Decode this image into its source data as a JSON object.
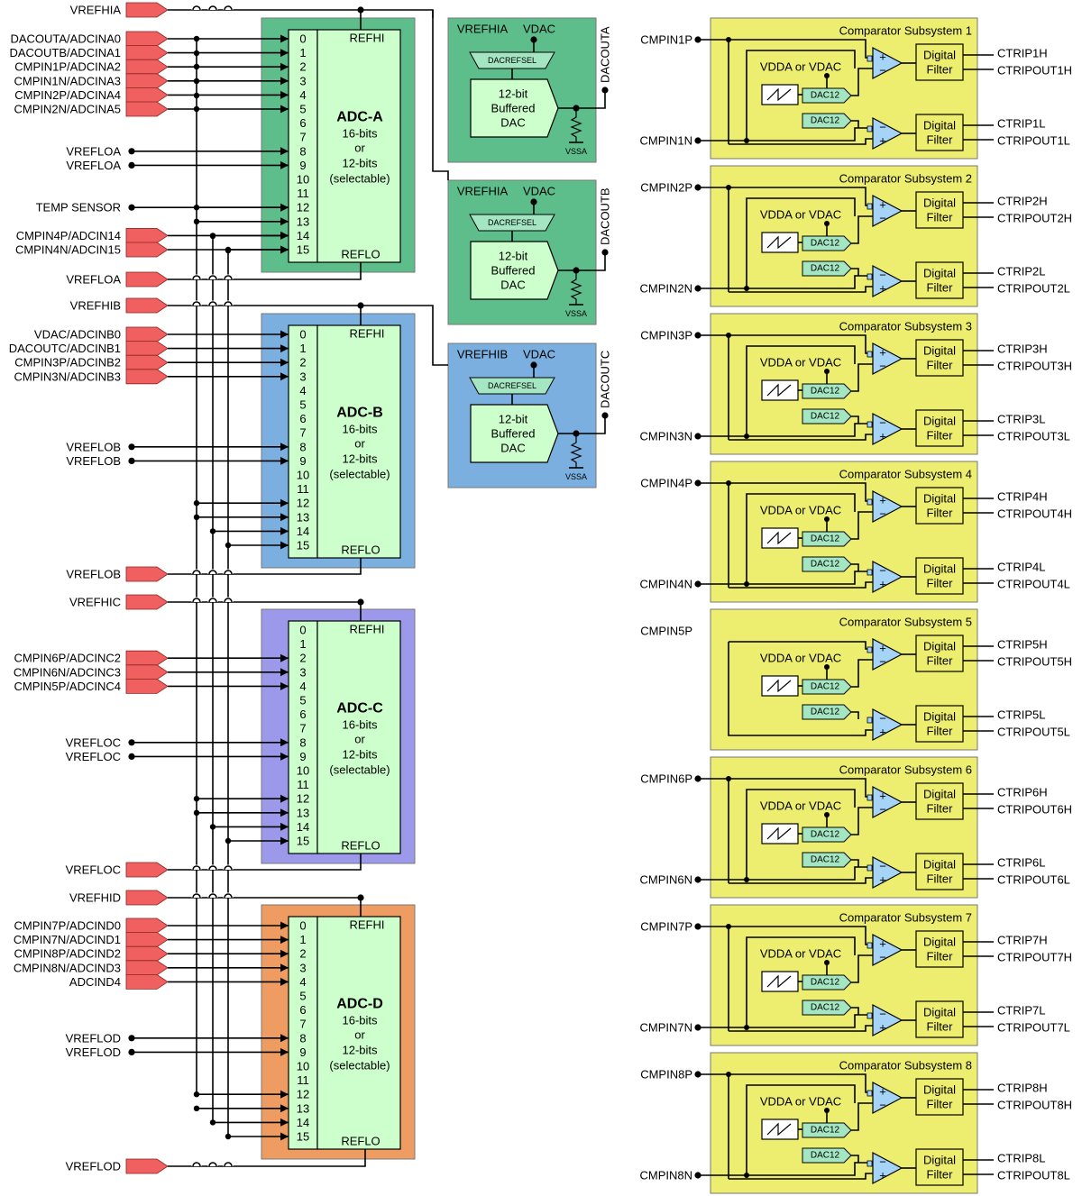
{
  "colors": {
    "adc_a": "#5dbd8b",
    "adc_b": "#7aafdf",
    "adc_c": "#9c98ea",
    "adc_d": "#ee9c62",
    "adc_core": "#ccffcc",
    "dac_a": "#5dbd8b",
    "dac_b": "#5dbd8b",
    "dac_c": "#7aafdf",
    "cmpss": "#eded70",
    "comparator": "#a6d4f6",
    "dac12": "#a4e6c2",
    "pin_arrow": "#f06060"
  },
  "labels": {
    "refhi": "REFHI",
    "reflo": "REFLO",
    "bits16": "16-bits",
    "or": "or",
    "bits12": "12-bits",
    "selectable": "(selectable)",
    "dacrefsel": "DACREFSEL",
    "vdac": "VDAC",
    "vssa": "VSSA",
    "dac_line1": "12-bit",
    "dac_line2": "Buffered",
    "dac_line3": "DAC",
    "vdda_or_vdac": "VDDA or VDAC",
    "dac12": "DAC12",
    "digital": "Digital",
    "filter": "Filter"
  },
  "adcs": [
    {
      "name": "ADC-A",
      "vrefhi": "VREFHIA",
      "vreflo_pin": "VREFLOA",
      "inputs": [
        {
          "label": "DACOUTA/ADCINA0",
          "ch": 0,
          "type": "arrow"
        },
        {
          "label": "DACOUTB/ADCINA1",
          "ch": 1,
          "type": "arrow"
        },
        {
          "label": "CMPIN1P/ADCINA2",
          "ch": 2,
          "type": "arrow"
        },
        {
          "label": "CMPIN1N/ADCINA3",
          "ch": 3,
          "type": "arrow"
        },
        {
          "label": "CMPIN2P/ADCINA4",
          "ch": 4,
          "type": "arrow"
        },
        {
          "label": "CMPIN2N/ADCINA5",
          "ch": 5,
          "type": "arrow"
        },
        {
          "label": "VREFLOA",
          "ch": 8,
          "type": "dot"
        },
        {
          "label": "VREFLOA",
          "ch": 9,
          "type": "dot"
        },
        {
          "label": "TEMP SENSOR",
          "ch": 12,
          "type": "dot"
        },
        {
          "label": "CMPIN4P/ADCIN14",
          "ch": 14,
          "type": "arrow"
        },
        {
          "label": "CMPIN4N/ADCIN15",
          "ch": 15,
          "type": "arrow"
        }
      ]
    },
    {
      "name": "ADC-B",
      "vrefhi": "VREFHIB",
      "vreflo_pin": "VREFLOB",
      "inputs": [
        {
          "label": "VDAC/ADCINB0",
          "ch": 0,
          "type": "arrow"
        },
        {
          "label": "DACOUTC/ADCINB1",
          "ch": 1,
          "type": "arrow"
        },
        {
          "label": "CMPIN3P/ADCINB2",
          "ch": 2,
          "type": "arrow"
        },
        {
          "label": "CMPIN3N/ADCINB3",
          "ch": 3,
          "type": "arrow"
        },
        {
          "label": "VREFLOB",
          "ch": 8,
          "type": "dot"
        },
        {
          "label": "VREFLOB",
          "ch": 9,
          "type": "dot"
        }
      ]
    },
    {
      "name": "ADC-C",
      "vrefhi": "VREFHIC",
      "vreflo_pin": "VREFLOC",
      "inputs": [
        {
          "label": "CMPIN6P/ADCINC2",
          "ch": 2,
          "type": "arrow"
        },
        {
          "label": "CMPIN6N/ADCINC3",
          "ch": 3,
          "type": "arrow"
        },
        {
          "label": "CMPIN5P/ADCINC4",
          "ch": 4,
          "type": "arrow"
        },
        {
          "label": "VREFLOC",
          "ch": 8,
          "type": "dot"
        },
        {
          "label": "VREFLOC",
          "ch": 9,
          "type": "dot"
        }
      ]
    },
    {
      "name": "ADC-D",
      "vrefhi": "VREFHID",
      "vreflo_pin": "VREFLOD",
      "inputs": [
        {
          "label": "CMPIN7P/ADCIND0",
          "ch": 0,
          "type": "arrow"
        },
        {
          "label": "CMPIN7N/ADCIND1",
          "ch": 1,
          "type": "arrow"
        },
        {
          "label": "CMPIN8P/ADCIND2",
          "ch": 2,
          "type": "arrow"
        },
        {
          "label": "CMPIN8N/ADCIND3",
          "ch": 3,
          "type": "arrow"
        },
        {
          "label": "ADCIND4",
          "ch": 4,
          "type": "arrow"
        },
        {
          "label": "VREFLOD",
          "ch": 8,
          "type": "dot"
        },
        {
          "label": "VREFLOD",
          "ch": 9,
          "type": "dot"
        }
      ]
    }
  ],
  "dacs": [
    {
      "vrefhi": "VREFHIA",
      "out": "DACOUTA"
    },
    {
      "vrefhi": "VREFHIA",
      "out": "DACOUTB"
    },
    {
      "vrefhi": "VREFHIB",
      "out": "DACOUTC"
    }
  ],
  "cmpss": [
    {
      "title": "Comparator Subsystem 1",
      "pin_p": "CMPIN1P",
      "pin_n": "CMPIN1N",
      "trip_h": "CTRIP1H",
      "tripout_h": "CTRIPOUT1H",
      "trip_l": "CTRIP1L",
      "tripout_l": "CTRIPOUT1L"
    },
    {
      "title": "Comparator Subsystem 2",
      "pin_p": "CMPIN2P",
      "pin_n": "CMPIN2N",
      "trip_h": "CTRIP2H",
      "tripout_h": "CTRIPOUT2H",
      "trip_l": "CTRIP2L",
      "tripout_l": "CTRIPOUT2L"
    },
    {
      "title": "Comparator Subsystem 3",
      "pin_p": "CMPIN3P",
      "pin_n": "CMPIN3N",
      "trip_h": "CTRIP3H",
      "tripout_h": "CTRIPOUT3H",
      "trip_l": "CTRIP3L",
      "tripout_l": "CTRIPOUT3L"
    },
    {
      "title": "Comparator Subsystem 4",
      "pin_p": "CMPIN4P",
      "pin_n": "CMPIN4N",
      "trip_h": "CTRIP4H",
      "tripout_h": "CTRIPOUT4H",
      "trip_l": "CTRIP4L",
      "tripout_l": "CTRIPOUT4L"
    },
    {
      "title": "Comparator Subsystem 5",
      "pin_p": "CMPIN5P",
      "pin_n": "",
      "trip_h": "CTRIP5H",
      "tripout_h": "CTRIPOUT5H",
      "trip_l": "CTRIP5L",
      "tripout_l": "CTRIPOUT5L"
    },
    {
      "title": "Comparator Subsystem 6",
      "pin_p": "CMPIN6P",
      "pin_n": "CMPIN6N",
      "trip_h": "CTRIP6H",
      "tripout_h": "CTRIPOUT6H",
      "trip_l": "CTRIP6L",
      "tripout_l": "CTRIPOUT6L"
    },
    {
      "title": "Comparator Subsystem 7",
      "pin_p": "CMPIN7P",
      "pin_n": "CMPIN7N",
      "trip_h": "CTRIP7H",
      "tripout_h": "CTRIPOUT7H",
      "trip_l": "CTRIP7L",
      "tripout_l": "CTRIPOUT7L"
    },
    {
      "title": "Comparator Subsystem 8",
      "pin_p": "CMPIN8P",
      "pin_n": "CMPIN8N",
      "trip_h": "CTRIP8H",
      "tripout_h": "CTRIPOUT8H",
      "trip_l": "CTRIP8L",
      "tripout_l": "CTRIPOUT8L"
    }
  ]
}
